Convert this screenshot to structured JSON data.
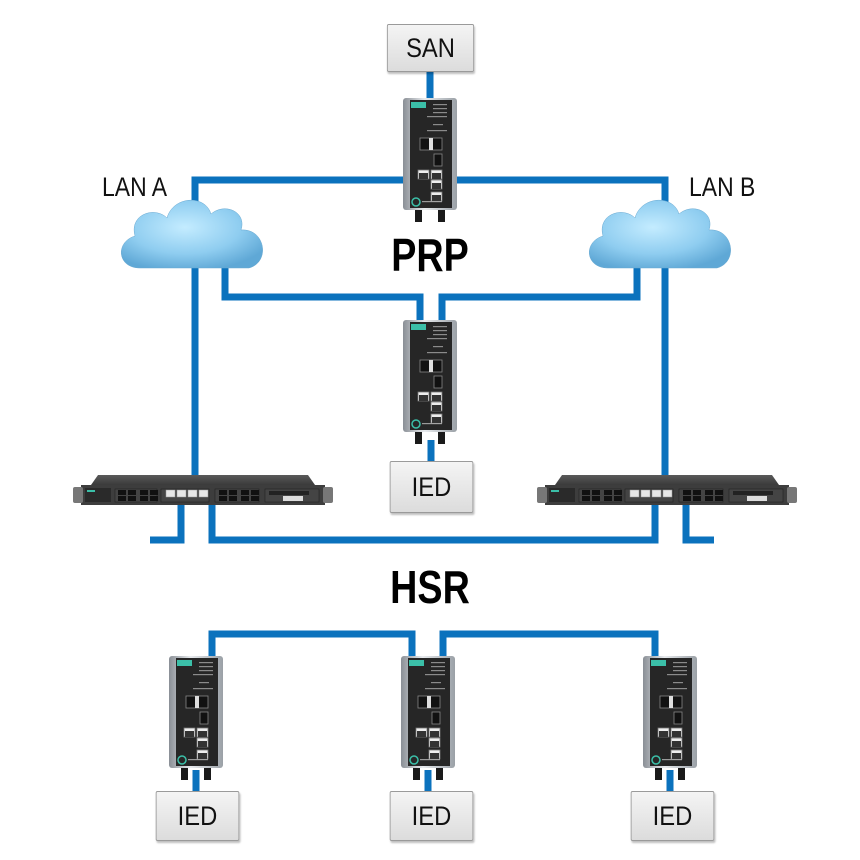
{
  "diagram": {
    "title": "PRP / HSR redundant network topology",
    "protocols": {
      "prp": "PRP",
      "hsr": "HSR"
    },
    "networks": {
      "lan_a": "LAN A",
      "lan_b": "LAN B"
    },
    "nodes": {
      "san": "SAN",
      "ied_prp": "IED",
      "ied_hsr_left": "IED",
      "ied_hsr_center": "IED",
      "ied_hsr_right": "IED"
    },
    "devices": {
      "din_switches": [
        "PRP DAN switch (top)",
        "PRP DAN switch (middle)",
        "HSR switch (left)",
        "HSR switch (center)",
        "HSR switch (right)"
      ],
      "rack_switches": [
        "RedBox (left)",
        "RedBox (right)"
      ]
    },
    "colors": {
      "link": "#0b72bd",
      "cloud": "#8fcdf0",
      "label_box": "#e6e6e6",
      "device_body": "#2b2b2b",
      "device_accent": "#3bbfa8"
    }
  }
}
